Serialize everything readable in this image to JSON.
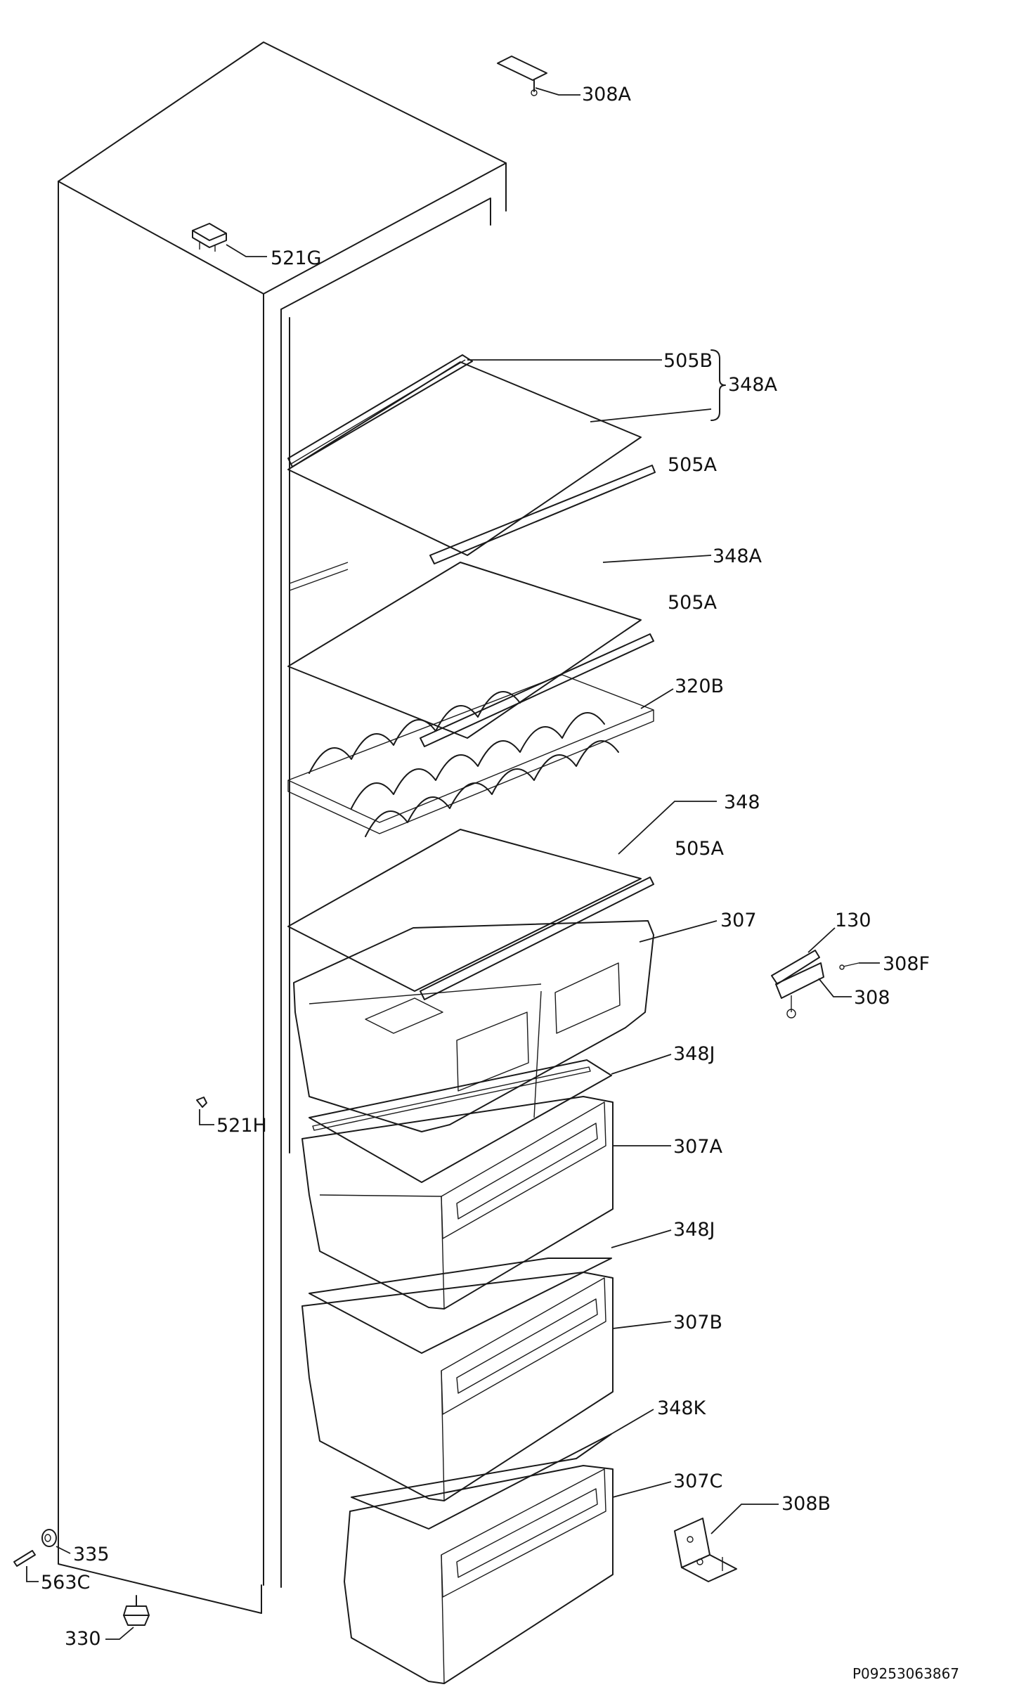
{
  "labels": {
    "l308A": "308A",
    "l521G": "521G",
    "l505B": "505B",
    "l348A_group": "348A",
    "l505A_1": "505A",
    "l348A": "348A",
    "l505A_2": "505A",
    "l320B": "320B",
    "l348": "348",
    "l505A_3": "505A",
    "l307": "307",
    "l130": "130",
    "l308F": "308F",
    "l308": "308",
    "l348J_1": "348J",
    "l521H": "521H",
    "l307A": "307A",
    "l348J_2": "348J",
    "l307B": "307B",
    "l348K": "348K",
    "l307C": "307C",
    "l308B": "308B",
    "l335": "335",
    "l563C": "563C",
    "l330": "330"
  },
  "drawing_code": "P09253063867"
}
